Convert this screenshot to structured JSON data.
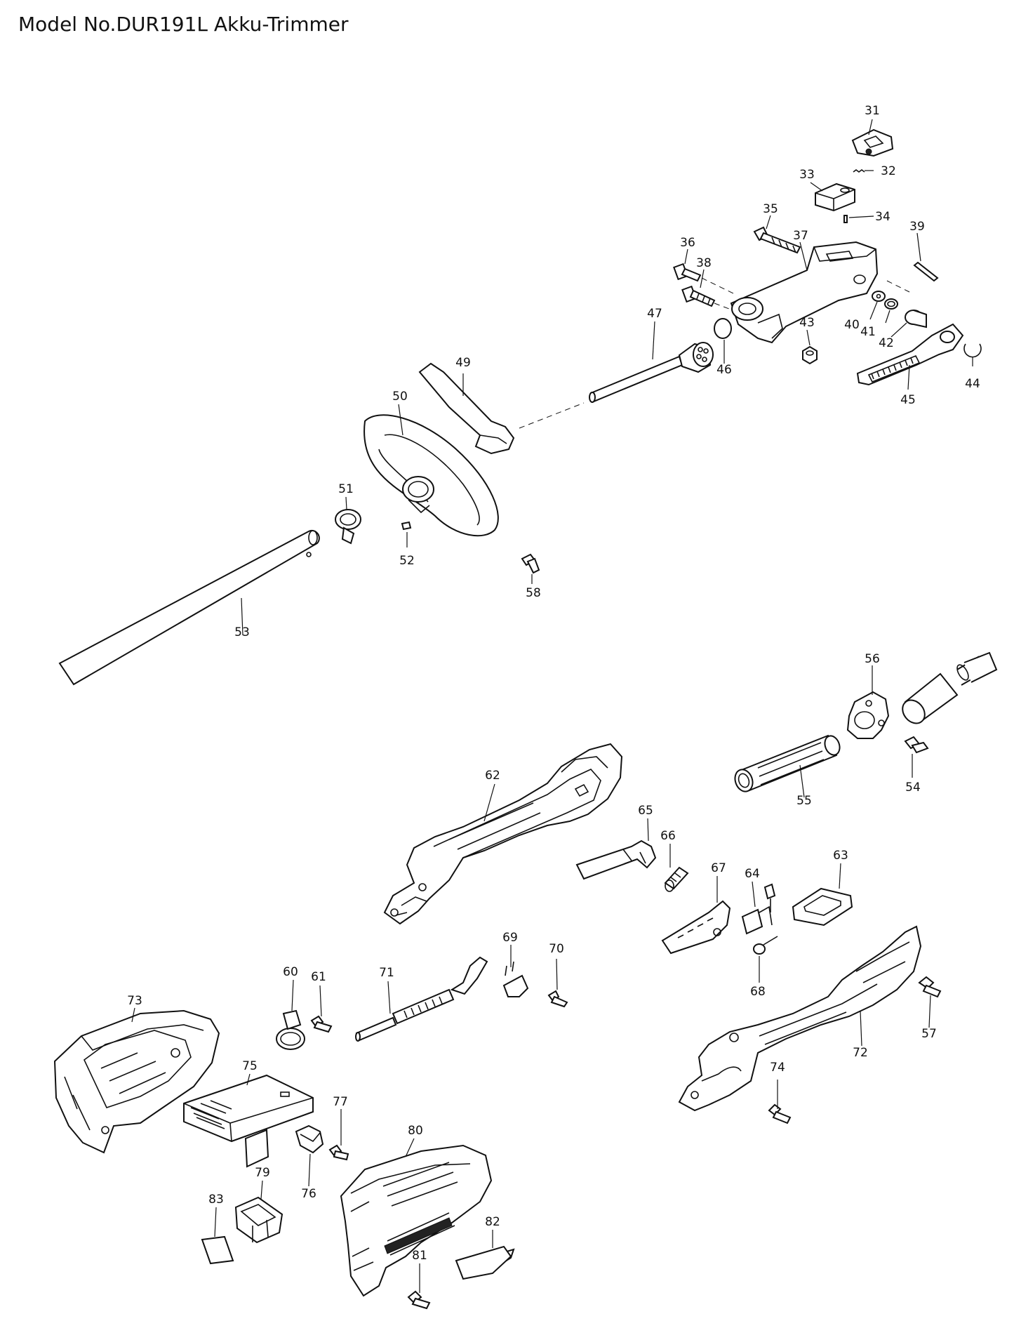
{
  "title": "Model No.DUR191L Akku-Trimmer",
  "colors": {
    "line": "#111111",
    "background": "#ffffff"
  },
  "labels": {
    "p31": "31",
    "p32": "32",
    "p33": "33",
    "p34": "34",
    "p35": "35",
    "p36": "36",
    "p37": "37",
    "p38": "38",
    "p39": "39",
    "p40": "40",
    "p41": "41",
    "p42": "42",
    "p43": "43",
    "p44": "44",
    "p45": "45",
    "p46": "46",
    "p47": "47",
    "p49": "49",
    "p50": "50",
    "p51": "51",
    "p52": "52",
    "p53": "53",
    "p54": "54",
    "p55": "55",
    "p56": "56",
    "p57": "57",
    "p58": "58",
    "p60": "60",
    "p61": "61",
    "p62": "62",
    "p63": "63",
    "p64": "64",
    "p65": "65",
    "p66": "66",
    "p67": "67",
    "p68": "68",
    "p69": "69",
    "p70": "70",
    "p71": "71",
    "p72": "72",
    "p73": "73",
    "p74": "74",
    "p75": "75",
    "p76": "76",
    "p77": "77",
    "p79": "79",
    "p80": "80",
    "p81": "81",
    "p82": "82",
    "p83": "83"
  }
}
